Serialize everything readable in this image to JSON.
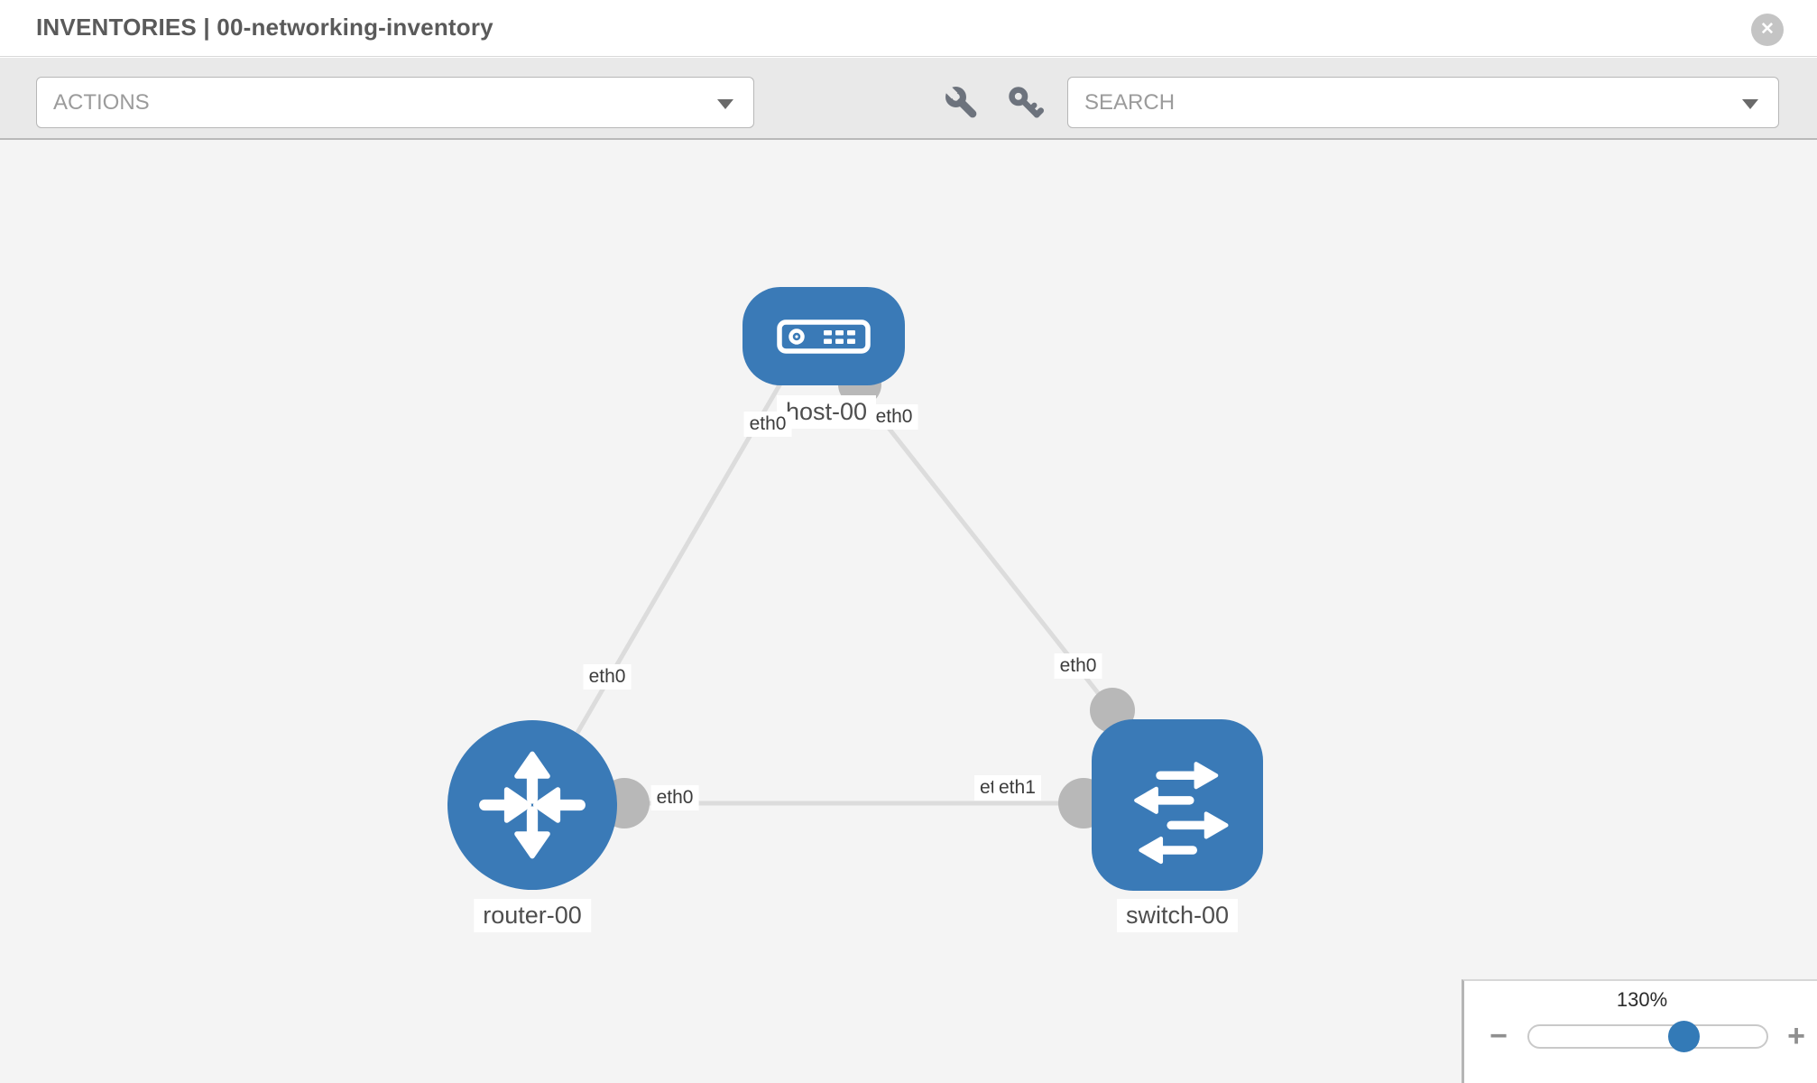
{
  "header": {
    "title": "INVENTORIES | 00-networking-inventory"
  },
  "toolbar": {
    "actions_placeholder": "ACTIONS",
    "search_placeholder": "SEARCH"
  },
  "topology": {
    "nodes": [
      {
        "id": "host-00",
        "type": "host",
        "label": "host-00"
      },
      {
        "id": "router-00",
        "type": "router",
        "label": "router-00"
      },
      {
        "id": "switch-00",
        "type": "switch",
        "label": "switch-00"
      }
    ],
    "links": [
      {
        "from": "host-00",
        "to": "router-00"
      },
      {
        "from": "host-00",
        "to": "switch-00"
      },
      {
        "from": "router-00",
        "to": "switch-00"
      }
    ],
    "interface_labels": {
      "host_left": "eth0",
      "host_right": "eth0",
      "host_router_mid": "eth0",
      "host_switch_mid": "eth0",
      "router_switch_router_end": "eth0",
      "router_switch_switch_under": "eth0",
      "router_switch_switch_end": "eth1"
    }
  },
  "zoom_control": {
    "value": "130%",
    "minus_glyph": "−",
    "plus_glyph": "+"
  },
  "icons": {
    "close_glyph": "✕",
    "wrench": "wrench-icon (svg shape)",
    "key": "key-icon (svg shape)",
    "caret": "caret-down (css triangle)"
  },
  "colors": {
    "node_blue": "#3a7ab7",
    "thumb_blue": "#337ab7",
    "link_gray": "#dcdcdc",
    "port_gray": "#b8b8b8",
    "toolbar_bg": "#e9e9e9",
    "canvas_bg": "#f4f4f4",
    "title_gray": "#5a5a5a"
  }
}
